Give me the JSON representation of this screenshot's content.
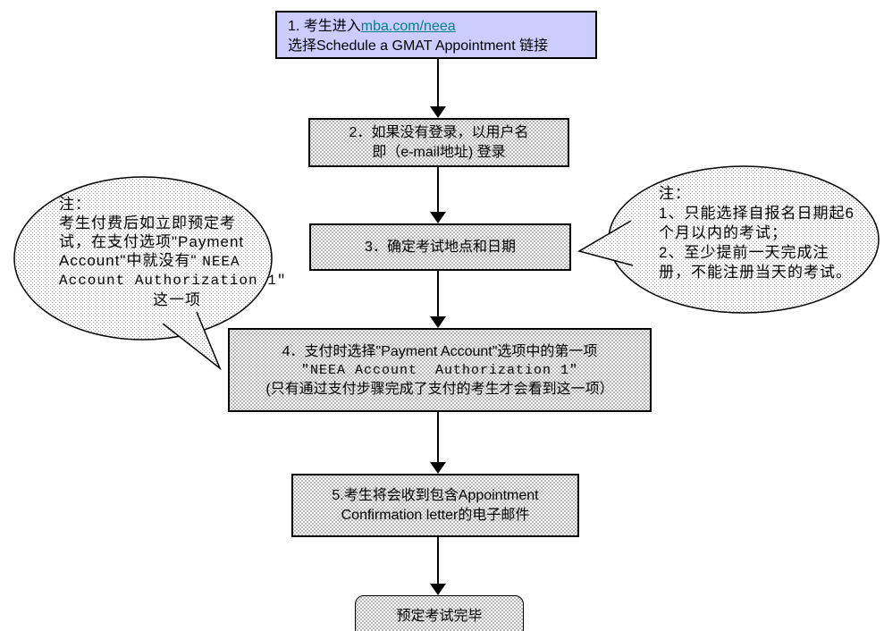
{
  "colors": {
    "step1_fill": "#ccccff",
    "link_teal": "#008080"
  },
  "step1": {
    "prefix": "1. 考生进入",
    "link": "mba.com/neea",
    "line2": "选择Schedule a GMAT Appointment 链接"
  },
  "step2": {
    "line1": "2．如果没有登录，以用户名",
    "line2": "即（e-mail地址) 登录"
  },
  "step3": {
    "line1": "3．确定考试地点和日期"
  },
  "step4": {
    "line1": "4．支付时选择\"Payment Account\"选项中的第一项",
    "line2": "\"NEEA Account  Authorization 1\"",
    "line3": "(只有通过支付步骤完成了支付的考生才会看到这一项）"
  },
  "step5": {
    "line1": "5.考生将会收到包含Appointment",
    "line2": "Confirmation letter的电子邮件"
  },
  "end": {
    "label": "预定考试完毕"
  },
  "left_note": {
    "line1": "注：",
    "line2": "考生付费后如立即预定考",
    "line3": "试，在支付选项\"Payment",
    "line4a": "Account\"中就没有\" ",
    "line4b": "NEEA",
    "line5": "Account Authorization 1\"",
    "line6": "这一项"
  },
  "right_note": {
    "line1": "注：",
    "line2": "1、只能选择自报名日期起6",
    "line3": "个月以内的考试；",
    "line4": "2、至少提前一天完成注",
    "line5": "册，不能注册当天的考试。"
  }
}
